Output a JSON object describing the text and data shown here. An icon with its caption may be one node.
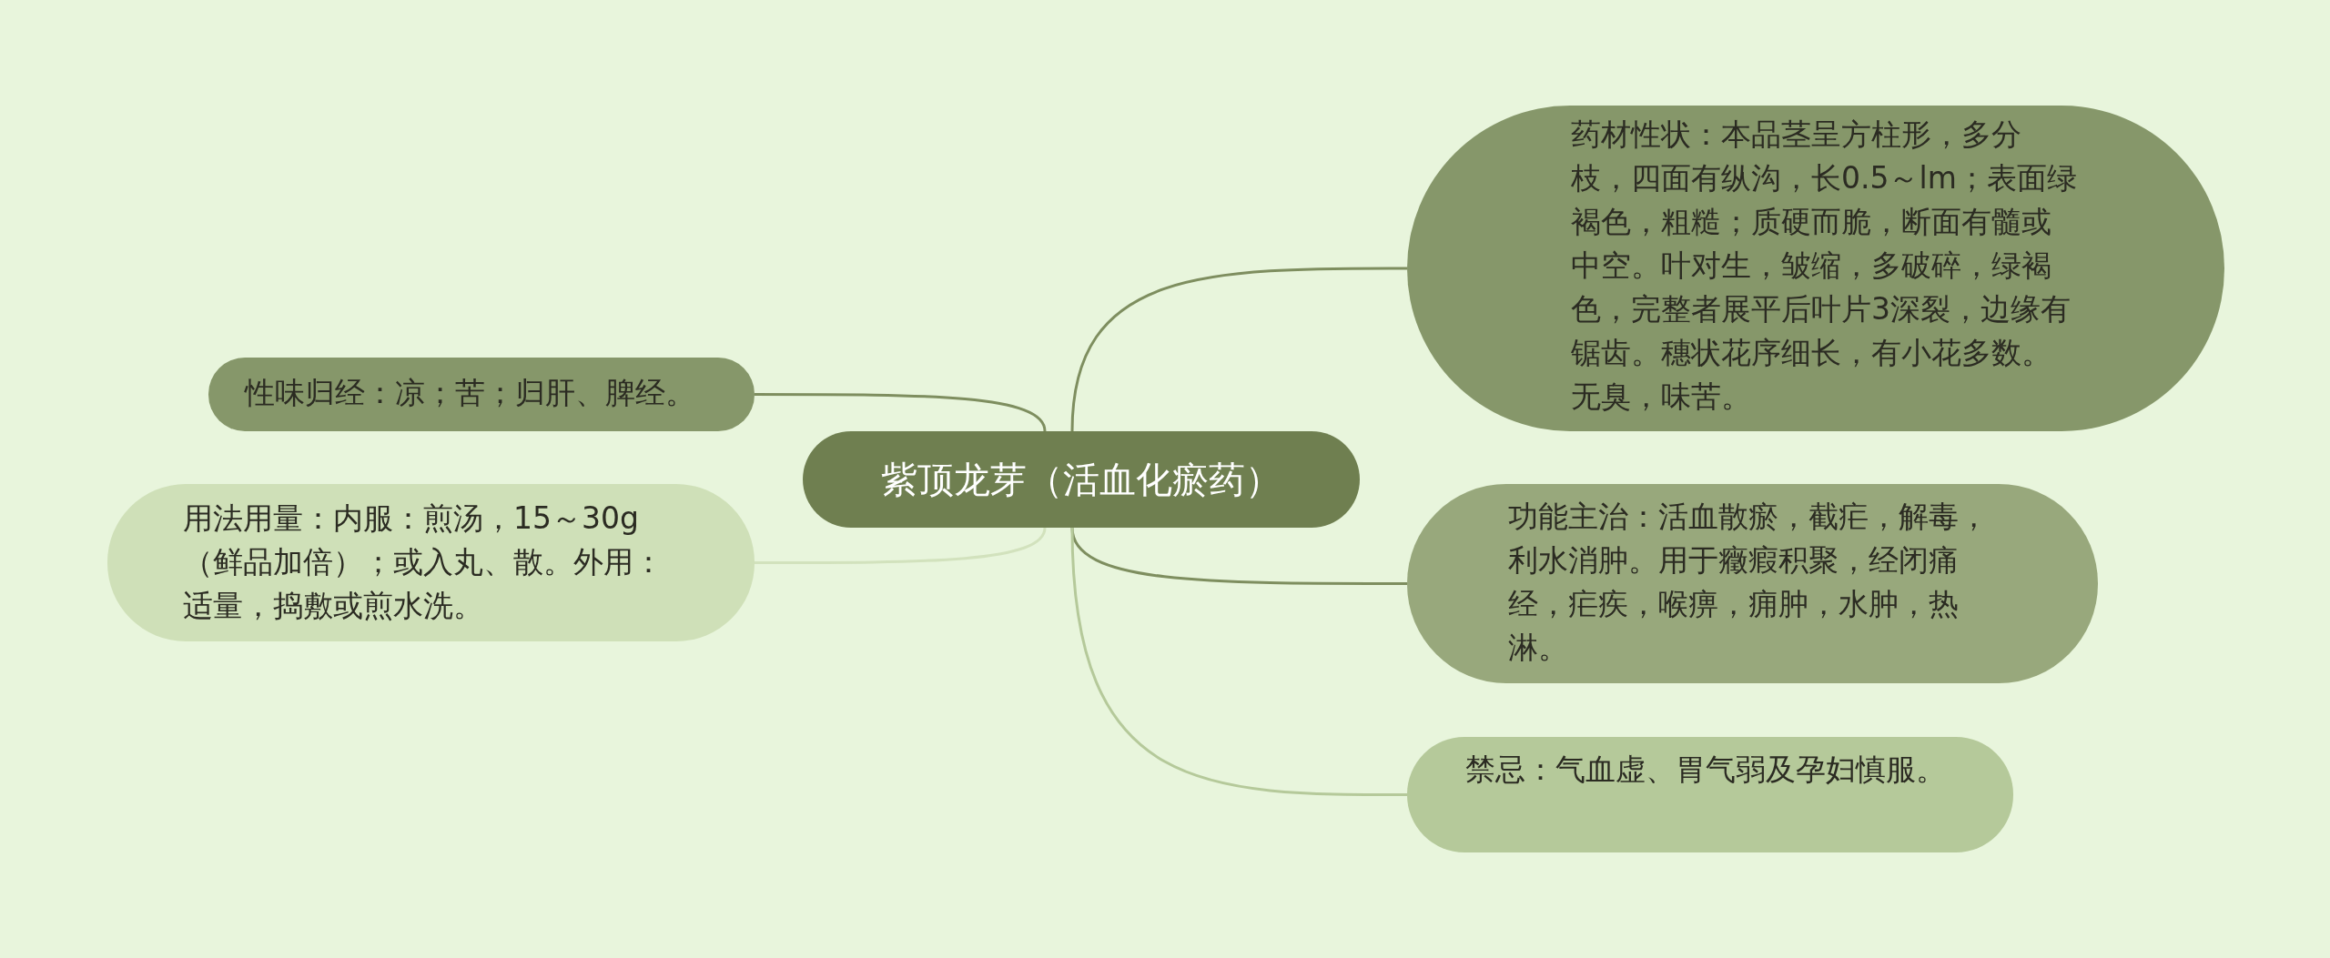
{
  "diagram": {
    "nodes": [
      {
        "text": [
          "紫顶龙芽（活血化瘀药）"
        ]
      },
      {
        "text": [
          "性味归经：凉；苦；归肝、脾经。"
        ]
      },
      {
        "text": [
          "用法用量：内服：煎汤，15～30g（鲜品加倍）；或入丸、散。外用：适量，捣敷或煎水洗。"
        ]
      },
      {
        "text": [
          "药材性状：本品茎呈方柱形，多分枝，四面有纵沟，长0.5～lm；表面绿褐色，粗糙；质硬而脆，断面有髓或中空。叶对生，皱缩，多破碎，绿褐色，完整者展平后叶片3深裂，边缘有锯齿。穗状花序细长，有小花多数。无臭，味苦。"
        ]
      },
      {
        "text": [
          "功能主治：活血散瘀，截疟，解毒，利水消肿。用于癥瘕积聚，经闭痛经，疟疾，喉痹，痈肿，水肿，热淋。"
        ]
      },
      {
        "text": [
          "禁忌：气血虚、胃气弱及孕妇慎服。"
        ]
      }
    ],
    "edges": [
      {
        "from": 0,
        "to": 1,
        "arrow": "none"
      },
      {
        "from": 0,
        "to": 2,
        "arrow": "none",
        "color": "#d2e2bd"
      },
      {
        "from": 0,
        "to": 3,
        "arrow": "none"
      },
      {
        "from": 0,
        "to": 4,
        "arrow": "none"
      },
      {
        "from": 0,
        "to": 5,
        "arrow": "none",
        "color": "#b5c99a"
      }
    ]
  }
}
